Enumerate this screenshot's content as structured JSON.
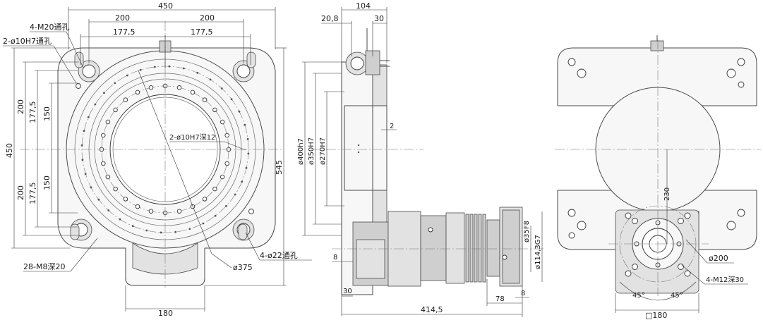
{
  "front_view": {
    "dim_overall_width": "450",
    "dim_half_width_left": "200",
    "dim_half_width_right": "200",
    "dim_half_177_left": "177,5",
    "dim_half_177_right": "177,5",
    "dim_overall_height": "450",
    "dim_v_200_top": "200",
    "dim_v_177_top": "177,5",
    "dim_v_150_top": "150",
    "dim_v_200_bottom": "200",
    "dim_v_177_bottom": "177,5",
    "dim_v_150_bottom": "150",
    "dim_total_height": "545",
    "dim_base_width": "180",
    "note_m20": "4-M20通孔",
    "note_10h7_through": "2-ø10H7通孔",
    "note_10h7_depth": "2-ø10H7深12",
    "note_m8": "28-M8深20",
    "note_22": "4-ø22通孔",
    "note_375": "ø375"
  },
  "side_view": {
    "dim_104": "104",
    "dim_20_8": "20,8",
    "dim_30_top": "30",
    "dim_2": "2",
    "dim_400h7": "ø400h7",
    "dim_350h7": "ø350H7",
    "dim_270h7": "ø270H7",
    "dim_8_left": "8",
    "dim_30_bottom": "30",
    "dim_414_5": "414,5",
    "dim_35f8": "ø35F8",
    "dim_114g7": "ø114,3G7",
    "dim_78": "78",
    "dim_8_right": "8"
  },
  "rear_view": {
    "dim_230": "230",
    "dim_200": "ø200",
    "note_m12": "4-M12深30",
    "angle_left": "45°",
    "angle_right": "45°",
    "dim_square_180": "□180"
  }
}
